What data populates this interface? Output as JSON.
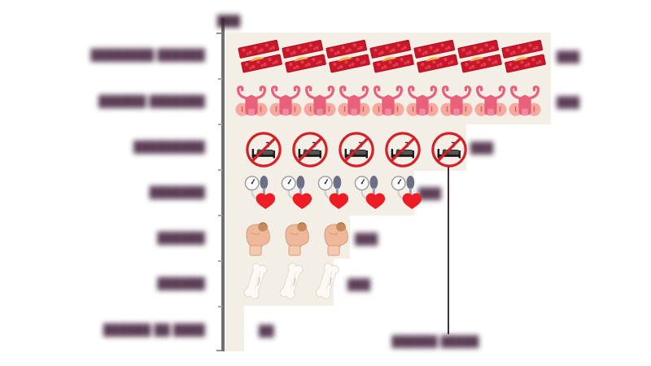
{
  "chart_data": {
    "type": "bar",
    "chart_style": "pictogram-isotype-horizontal-bar",
    "title": "",
    "xlabel": "",
    "ylabel": "",
    "note": "Category labels, value labels and annotation text are blurred/illegible in the source image.",
    "categories": [
      "████████ ██████",
      "██████ ███████",
      "█████████",
      "███████",
      "██████",
      "██████",
      "██████ ██ ████"
    ],
    "icon_counts": [
      7,
      9,
      5,
      5,
      3,
      3,
      0
    ],
    "values": [
      7,
      9,
      5,
      5,
      3,
      3,
      0
    ],
    "value_labels": [
      "███",
      "███",
      "███",
      "███",
      "███",
      "███",
      "██"
    ],
    "icons": [
      "artery-icon",
      "uterus-icon",
      "no-sleep-icon",
      "blood-pressure-icon",
      "muscle-icon",
      "bone-icon",
      "none"
    ],
    "grid": false,
    "legend": "none",
    "axis_top_label": "███",
    "reference_line": {
      "label": "██████ █████",
      "color": "#4a2a44"
    }
  },
  "axis": {
    "top_label": "███",
    "line_color": "#6f6f6f"
  },
  "rows": [
    {
      "label": "████████ ██████",
      "value_label": "███",
      "icon": "artery-icon",
      "count": 7
    },
    {
      "label": "██████ ███████",
      "value_label": "███",
      "icon": "uterus-icon",
      "count": 9
    },
    {
      "label": "█████████",
      "value_label": "███",
      "icon": "no-sleep-icon",
      "count": 5
    },
    {
      "label": "███████",
      "value_label": "███",
      "icon": "blood-pressure-icon",
      "count": 5
    },
    {
      "label": "██████",
      "value_label": "███",
      "icon": "muscle-icon",
      "count": 3
    },
    {
      "label": "██████",
      "value_label": "███",
      "icon": "bone-icon",
      "count": 3
    },
    {
      "label": "██████ ██ ████",
      "value_label": "██",
      "icon": "none",
      "count": 0
    }
  ],
  "annotation": {
    "label": "██████ █████"
  },
  "colors": {
    "panel": "#f4efe6",
    "background": "#ffffff",
    "axis": "#6f6f6f",
    "text": "#4a2a44",
    "reference": "#4a2a44",
    "accent_red": "#d42027"
  }
}
